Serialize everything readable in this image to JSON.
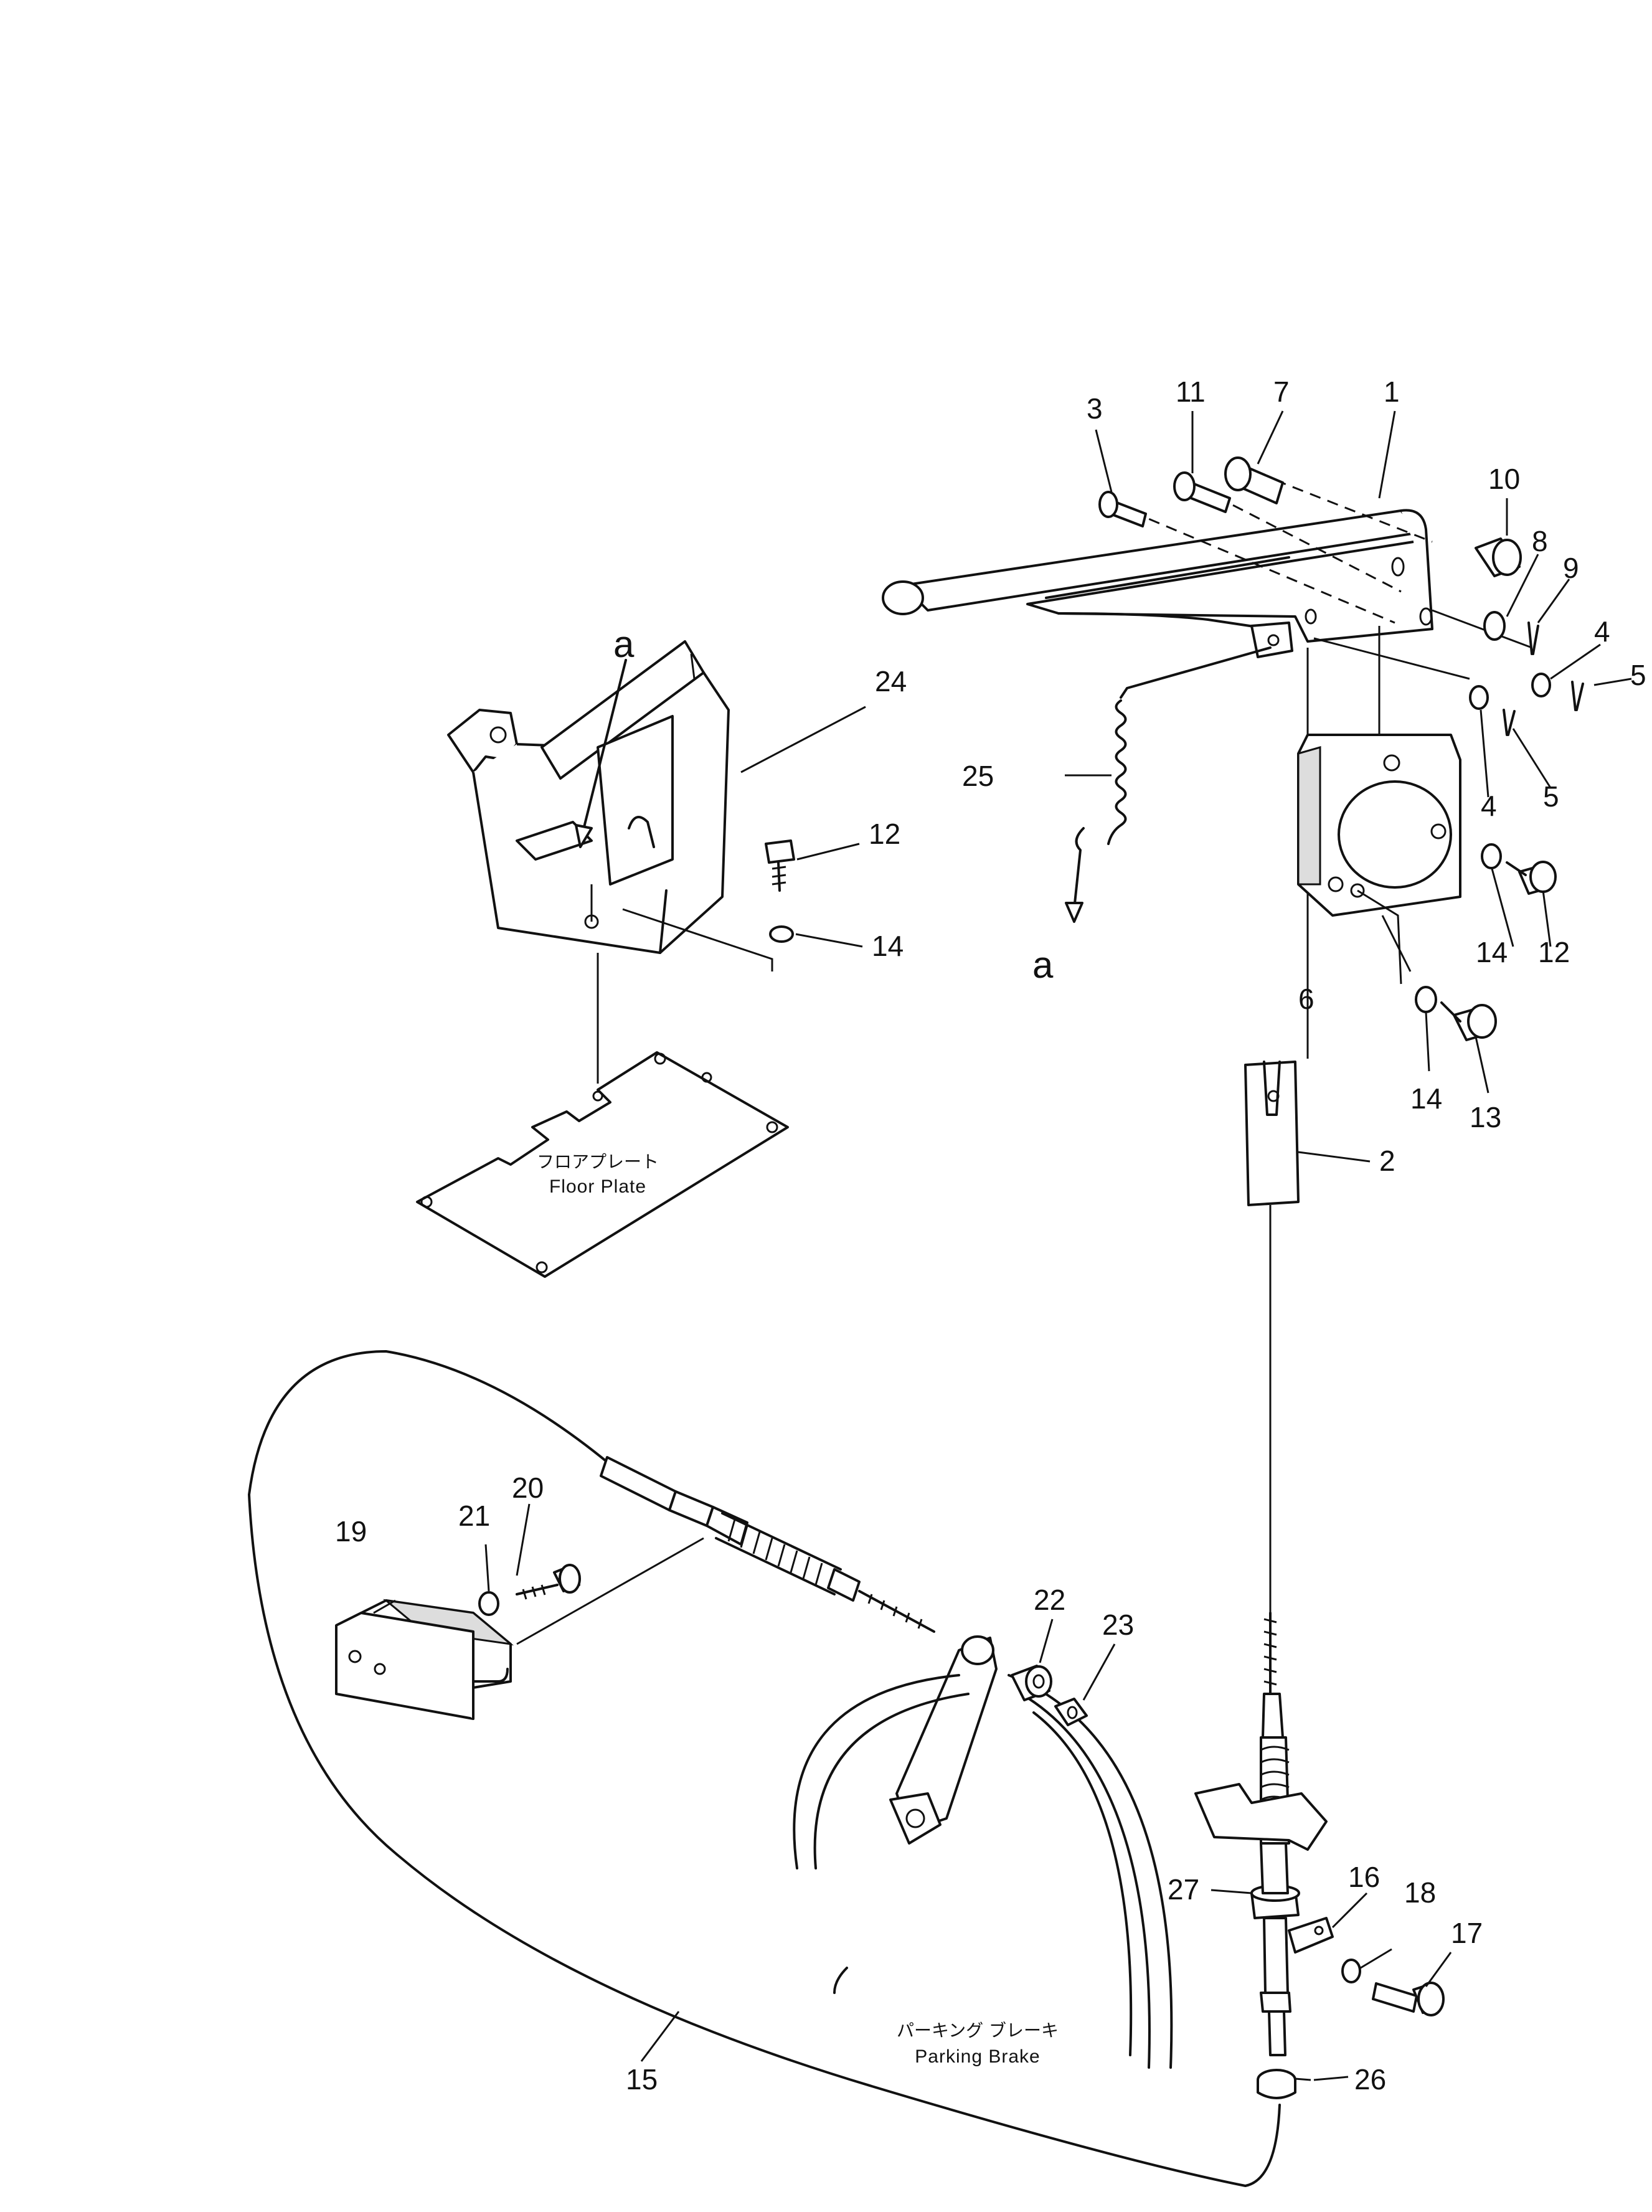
{
  "captions": {
    "floor_plate_jp": "フロアプレート",
    "floor_plate_en": "Floor Plate",
    "parking_brake_jp": "パーキング ブレーキ",
    "parking_brake_en": "Parking Brake"
  },
  "reference_markers": {
    "upper": "a",
    "lower": "a"
  },
  "callouts": {
    "lever": "1",
    "clevis": "2",
    "pin_3": "3",
    "washer_4_upper": "4",
    "washer_4_lower": "4",
    "cotter_5_upper": "5",
    "cotter_5_lower": "5",
    "bracket_plate": "6",
    "pin_7": "7",
    "washer_8": "8",
    "cotter_9": "9",
    "collar_10": "10",
    "pin_11": "11",
    "bolt_12_left": "12",
    "bolt_12_right": "12",
    "bolt_13": "13",
    "washer_14_left": "14",
    "washer_14_mid": "14",
    "washer_14_low": "14",
    "cable_15": "15",
    "bracket_16": "16",
    "bolt_17": "17",
    "washer_18": "18",
    "bracket_19": "19",
    "bolt_20": "20",
    "washer_21": "21",
    "nut_22": "22",
    "nut_23": "23",
    "support_24": "24",
    "spring_25": "25",
    "clamp_26": "26",
    "nut_27": "27"
  }
}
